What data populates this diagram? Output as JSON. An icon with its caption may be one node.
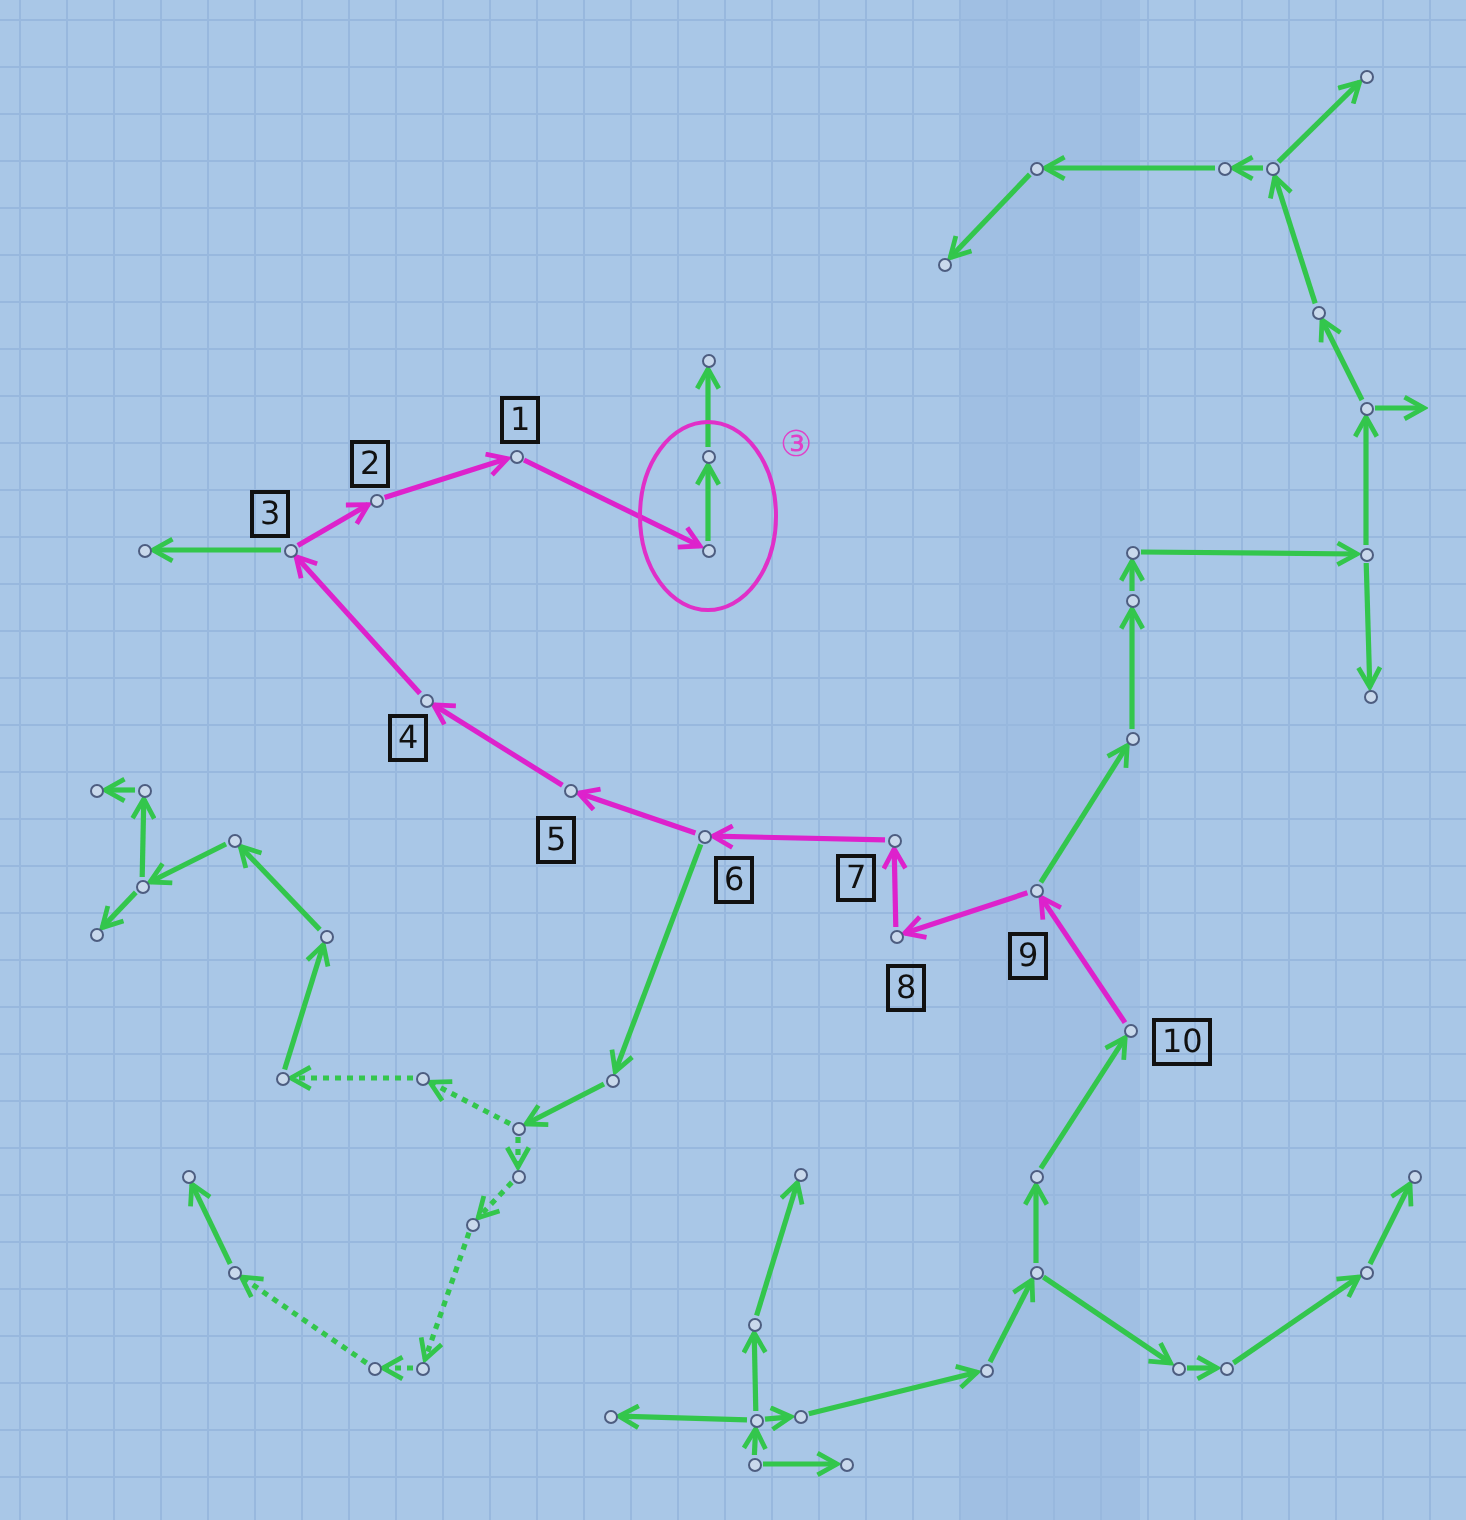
{
  "diagram": {
    "nodes": [
      {
        "text": [],
        "shape": "circle"
      },
      {
        "text": [],
        "shape": "circle"
      },
      {
        "text": [],
        "shape": "circle"
      },
      {
        "text": [],
        "shape": "circle"
      },
      {
        "text": [],
        "shape": "circle"
      },
      {
        "text": [],
        "shape": "circle"
      },
      {
        "text": [],
        "shape": "circle"
      },
      {
        "text": [],
        "shape": "circle"
      },
      {
        "text": [],
        "shape": "circle"
      },
      {
        "text": [],
        "shape": "circle"
      },
      {
        "text": [
          "③"
        ]
      },
      {
        "text": [],
        "shape": "circle",
        "in": 10
      },
      {
        "text": [],
        "shape": "circle",
        "in": 10
      },
      {
        "text": [],
        "shape": "circle"
      },
      {
        "text": [],
        "shape": "circle"
      },
      {
        "text": [],
        "shape": "circle"
      },
      {
        "text": [],
        "shape": "circle"
      },
      {
        "text": [],
        "shape": "circle"
      },
      {
        "text": [],
        "shape": "circle"
      },
      {
        "text": [],
        "shape": "circle"
      },
      {
        "text": [],
        "shape": "circle"
      },
      {
        "text": [],
        "shape": "circle"
      },
      {
        "text": [],
        "shape": "circle"
      },
      {
        "text": [],
        "shape": "circle"
      },
      {
        "text": [],
        "shape": "circle"
      },
      {
        "text": [],
        "shape": "circle"
      },
      {
        "text": [],
        "shape": "circle"
      },
      {
        "text": [],
        "shape": "circle"
      },
      {
        "text": [],
        "shape": "circle"
      },
      {
        "text": [],
        "shape": "circle"
      },
      {
        "text": [],
        "shape": "circle"
      },
      {
        "text": [],
        "shape": "circle"
      },
      {
        "text": [],
        "shape": "circle"
      },
      {
        "text": [],
        "shape": "circle"
      },
      {
        "text": [],
        "shape": "circle"
      },
      {
        "text": [],
        "shape": "circle"
      },
      {
        "text": [],
        "shape": "circle"
      },
      {
        "text": [],
        "shape": "circle"
      },
      {
        "text": [],
        "shape": "circle"
      },
      {
        "text": [],
        "shape": "circle"
      },
      {
        "text": [],
        "shape": "circle"
      },
      {
        "text": [],
        "shape": "circle"
      },
      {
        "text": [],
        "shape": "circle"
      },
      {
        "text": [],
        "shape": "circle"
      },
      {
        "text": [],
        "shape": "circle"
      },
      {
        "text": [],
        "shape": "circle"
      },
      {
        "text": [],
        "shape": "circle"
      },
      {
        "text": [],
        "shape": "circle"
      },
      {
        "text": [],
        "shape": "circle"
      },
      {
        "text": [],
        "shape": "circle"
      },
      {
        "text": [],
        "shape": "circle"
      },
      {
        "text": [],
        "shape": "circle"
      },
      {
        "text": [],
        "shape": "circle"
      },
      {
        "text": [],
        "shape": "circle"
      },
      {
        "text": [],
        "shape": "circle"
      },
      {
        "text": [],
        "shape": "circle"
      },
      {
        "text": [],
        "shape": "circle"
      }
    ],
    "edges": [
      {
        "from": 0,
        "to": 12,
        "arrow": "to",
        "color": "#dd22cc"
      },
      {
        "from": 1,
        "to": 0,
        "arrow": "to",
        "color": "#dd22cc"
      },
      {
        "from": 2,
        "to": 1,
        "arrow": "to",
        "color": "#dd22cc"
      },
      {
        "from": 3,
        "to": 2,
        "arrow": "to",
        "color": "#dd22cc"
      },
      {
        "from": 4,
        "to": 3,
        "arrow": "to",
        "color": "#dd22cc"
      },
      {
        "from": 5,
        "to": 4,
        "arrow": "to",
        "color": "#dd22cc"
      },
      {
        "from": 6,
        "to": 5,
        "arrow": "to",
        "color": "#dd22cc"
      },
      {
        "from": 7,
        "to": 6,
        "arrow": "to",
        "color": "#dd22cc"
      },
      {
        "from": 8,
        "to": 7,
        "arrow": "to",
        "color": "#dd22cc"
      },
      {
        "from": 9,
        "to": 8,
        "arrow": "to",
        "color": "#dd22cc"
      },
      {
        "from": 12,
        "to": 11,
        "arrow": "to"
      },
      {
        "from": 11,
        "to": 13,
        "arrow": "to"
      },
      {
        "from": 2,
        "to": 14,
        "arrow": "to"
      },
      {
        "from": 16,
        "to": 15,
        "arrow": "to"
      },
      {
        "from": 16,
        "to": 17,
        "arrow": "to"
      },
      {
        "from": 17,
        "to": 18,
        "arrow": "to"
      },
      {
        "from": 18,
        "to": 19,
        "arrow": "to"
      },
      {
        "from": 20,
        "to": 16,
        "arrow": "to"
      },
      {
        "from": 21,
        "to": 20,
        "arrow": "to"
      },
      {
        "from": 21,
        "to": null,
        "arrow": "to"
      },
      {
        "from": 22,
        "to": 21,
        "arrow": "to"
      },
      {
        "from": 22,
        "to": 23,
        "arrow": "to"
      },
      {
        "from": 24,
        "to": 22,
        "arrow": "to"
      },
      {
        "from": 25,
        "to": 24,
        "arrow": "to"
      },
      {
        "from": 26,
        "to": 25,
        "arrow": "to"
      },
      {
        "from": 8,
        "to": 26,
        "arrow": "to"
      },
      {
        "from": 27,
        "to": 9,
        "arrow": "to"
      },
      {
        "from": 28,
        "to": 27,
        "arrow": "to"
      },
      {
        "from": 29,
        "to": 28,
        "arrow": "to"
      },
      {
        "from": 31,
        "to": 30,
        "arrow": "to"
      },
      {
        "from": 30,
        "to": 29,
        "arrow": "to"
      },
      {
        "from": 31,
        "to": 32,
        "arrow": "to"
      },
      {
        "from": 31,
        "to": 33,
        "arrow": "to"
      },
      {
        "from": 33,
        "to": 34,
        "arrow": "to"
      },
      {
        "from": 35,
        "to": 31,
        "arrow": "to"
      },
      {
        "from": 35,
        "to": 36,
        "arrow": "to"
      },
      {
        "from": 28,
        "to": 37,
        "arrow": "to"
      },
      {
        "from": 37,
        "to": 38,
        "arrow": "to"
      },
      {
        "from": 38,
        "to": 39,
        "arrow": "to"
      },
      {
        "from": 39,
        "to": 40,
        "arrow": "to"
      },
      {
        "from": 5,
        "to": 41,
        "arrow": "to"
      },
      {
        "from": 41,
        "to": 42,
        "arrow": "to"
      },
      {
        "from": 42,
        "to": 43,
        "arrow": "to",
        "style": "dashed"
      },
      {
        "from": 43,
        "to": 44,
        "arrow": "to",
        "style": "dashed"
      },
      {
        "from": 44,
        "to": 45,
        "arrow": "to"
      },
      {
        "from": 45,
        "to": 46,
        "arrow": "to"
      },
      {
        "from": 46,
        "to": 47,
        "arrow": "to"
      },
      {
        "from": 47,
        "to": 48,
        "arrow": "to"
      },
      {
        "from": 48,
        "to": 49,
        "arrow": "to"
      },
      {
        "from": 47,
        "to": 50,
        "arrow": "to"
      },
      {
        "from": 42,
        "to": 51,
        "arrow": "to",
        "style": "dashed"
      },
      {
        "from": 51,
        "to": 52,
        "arrow": "to",
        "style": "dashed"
      },
      {
        "from": 52,
        "to": 53,
        "arrow": "to",
        "style": "dashed"
      },
      {
        "from": 53,
        "to": 54,
        "arrow": "to",
        "style": "dashed"
      },
      {
        "from": 54,
        "to": 55,
        "arrow": "to",
        "style": "dashed"
      },
      {
        "from": 55,
        "to": 56,
        "arrow": "to"
      }
    ],
    "labels": [
      "1",
      "2",
      "3",
      "4",
      "5",
      "6",
      "7",
      "8",
      "9",
      "10"
    ]
  }
}
